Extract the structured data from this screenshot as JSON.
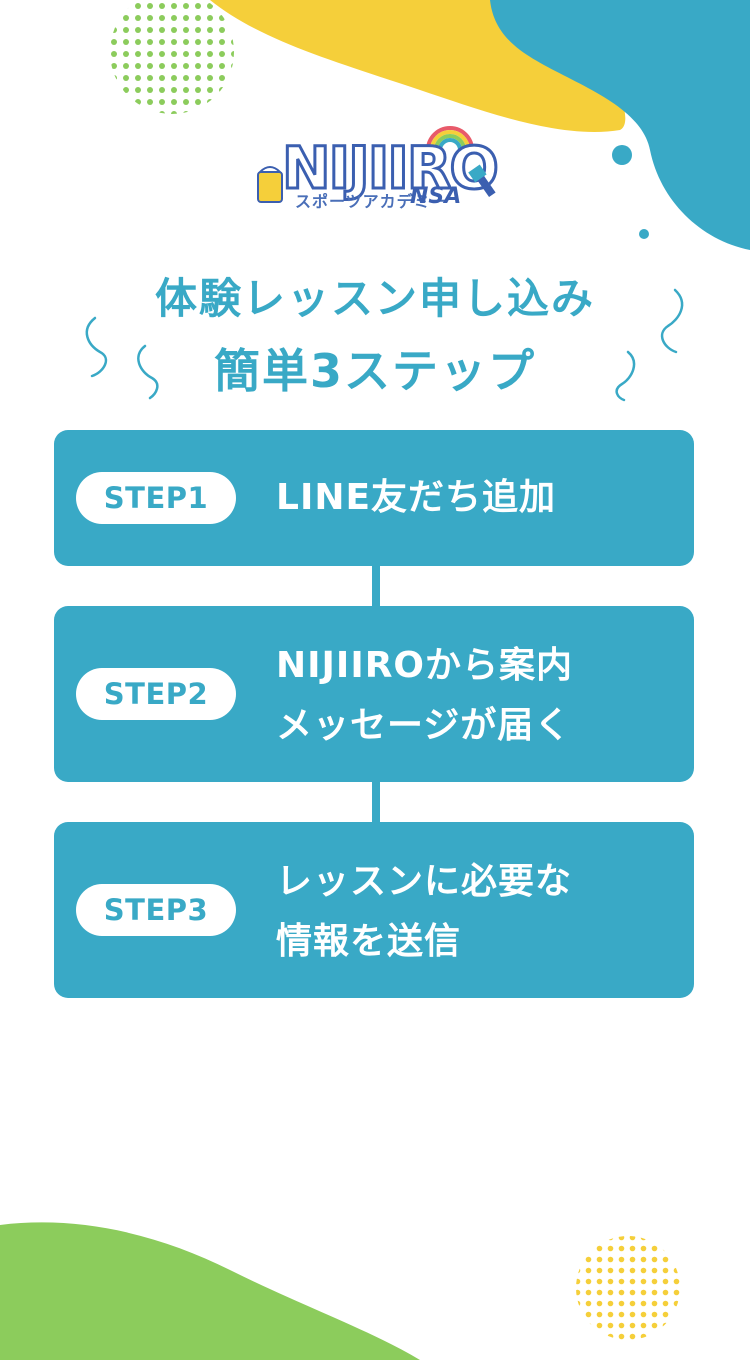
{
  "colors": {
    "accent": "#39a9c6",
    "yellow": "#f5cf3a",
    "green": "#8ccc5c",
    "white": "#ffffff"
  },
  "logo": {
    "wordmark": "NIJIIRO",
    "subtitle": "スポーツアカデミー",
    "badge": "NSA"
  },
  "heading": {
    "line1": "体験レッスン申し込み",
    "line2": "簡単3ステップ"
  },
  "steps": [
    {
      "badge": "STEP1",
      "line1": "LINE友だち追加",
      "line2": ""
    },
    {
      "badge": "STEP2",
      "line1": "NIJIIROから案内",
      "line2": "メッセージが届く"
    },
    {
      "badge": "STEP3",
      "line1": "レッスンに必要な",
      "line2": "情報を送信"
    }
  ]
}
